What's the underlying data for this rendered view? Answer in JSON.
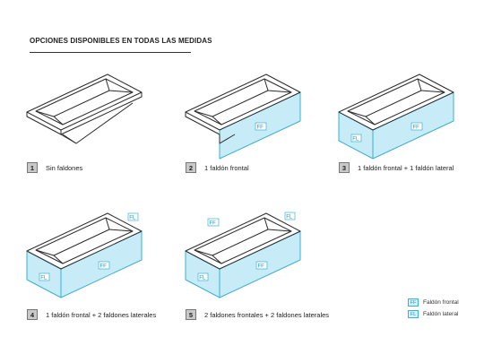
{
  "header": {
    "title": "OPCIONES DISPONIBLES EN TODAS LAS MEDIDAS"
  },
  "options": [
    {
      "number": "1",
      "label": "Sin faldones"
    },
    {
      "number": "2",
      "label": "1 faldón frontal"
    },
    {
      "number": "3",
      "label": "1 faldón frontal + 1 faldón lateral"
    },
    {
      "number": "4",
      "label": "1 faldón frontal + 2 faldones laterales"
    },
    {
      "number": "5",
      "label": "2 faldones frontales + 2 faldones laterales"
    }
  ],
  "tags": {
    "frontal": "FF",
    "lateral": "FL"
  },
  "legend": [
    {
      "code": "FF",
      "label": "Faldón frontal"
    },
    {
      "code": "FL",
      "label": "Faldón lateral"
    }
  ],
  "colors": {
    "panel_fill": "#c7ecf8",
    "panel_stroke": "#3ab1d1",
    "line": "#2b2b2b",
    "num_bg": "#c9c9c9"
  }
}
